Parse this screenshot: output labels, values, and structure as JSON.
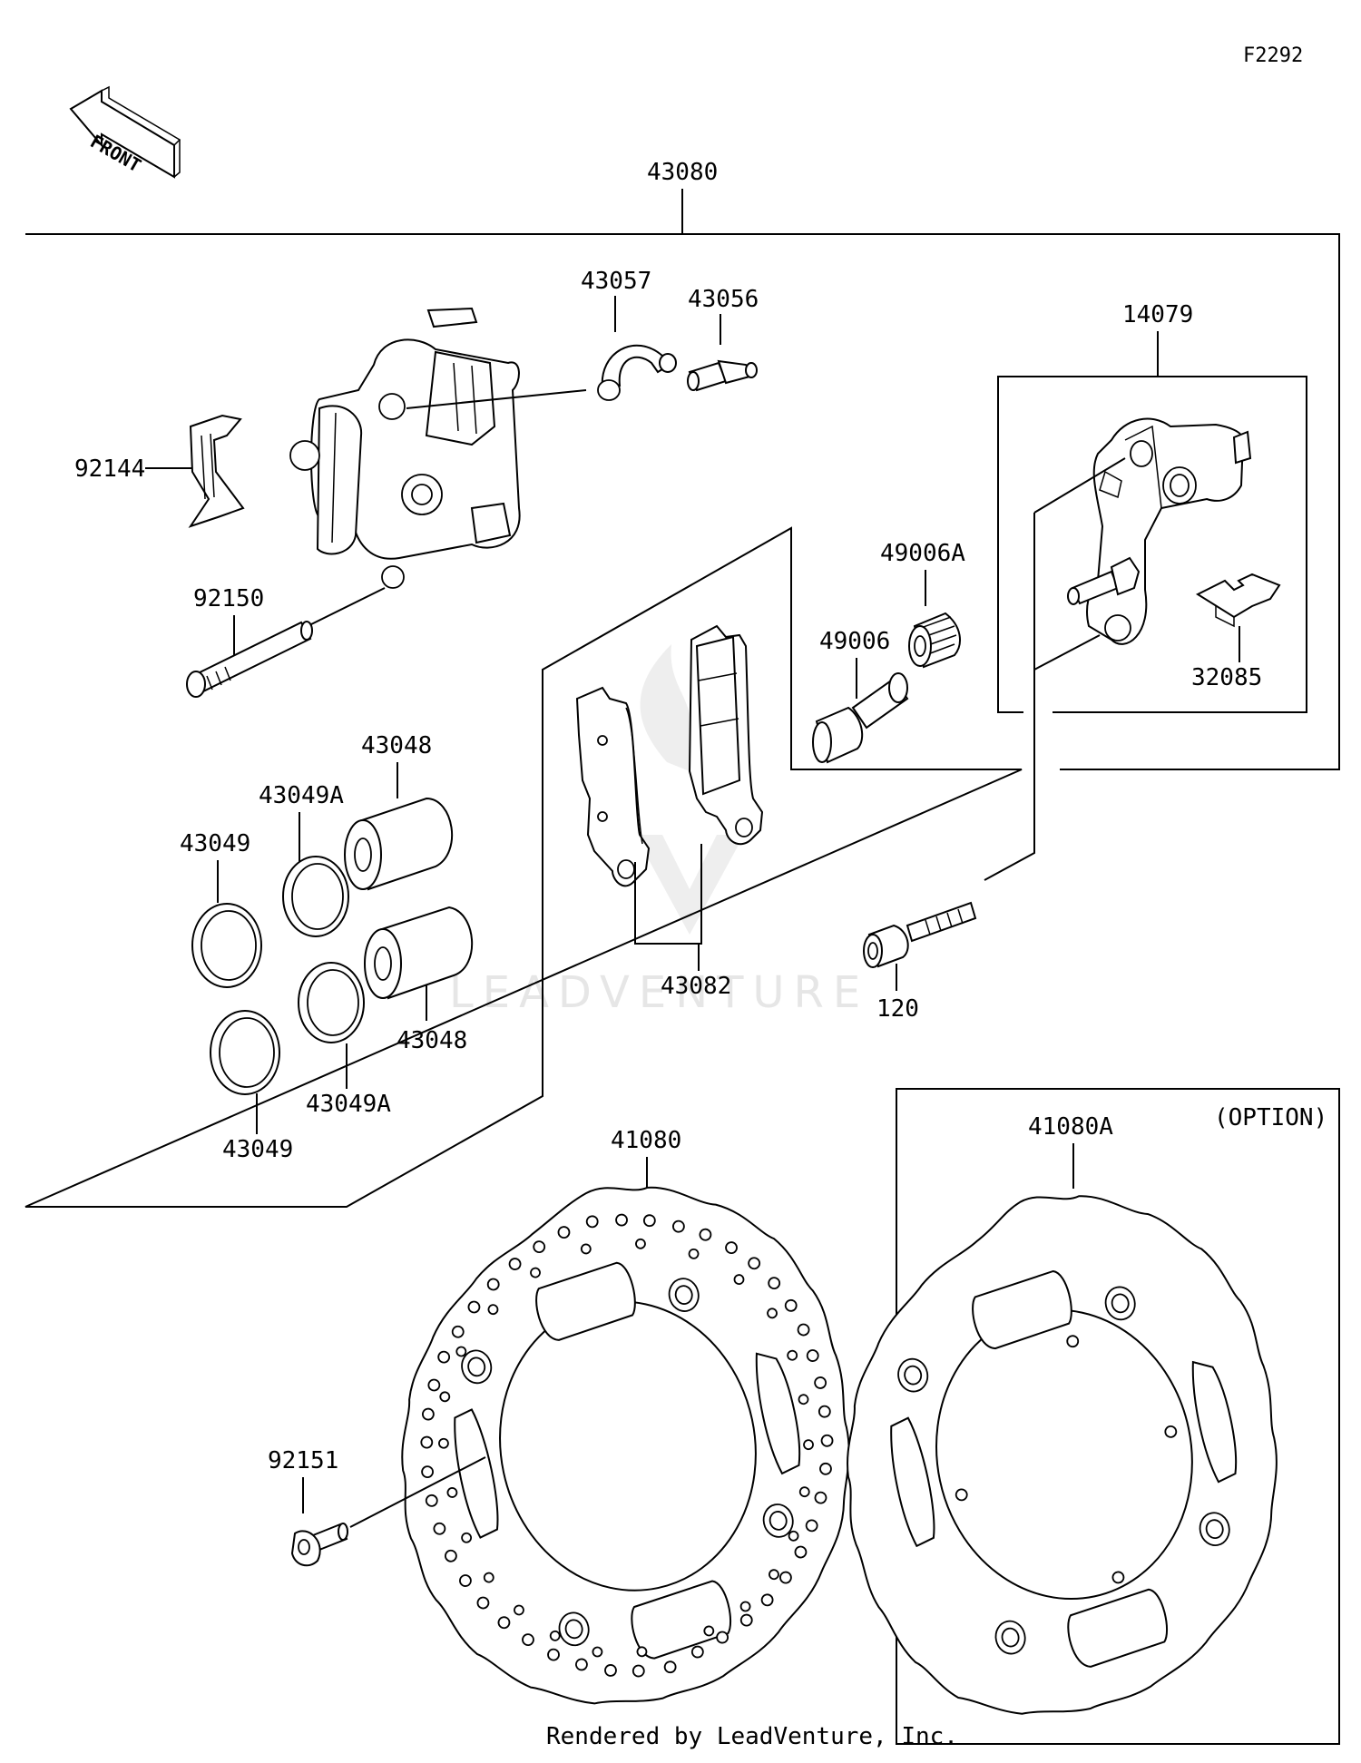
{
  "diagram_code": "F2292",
  "front_arrow_text": "FRONT",
  "option_label": "(OPTION)",
  "watermark": "LEADVENTURE",
  "footer": "Rendered by LeadVenture, Inc.",
  "parts": {
    "p43080": "43080",
    "p43057": "43057",
    "p43056": "43056",
    "p14079": "14079",
    "p92144": "92144",
    "p49006A": "49006A",
    "p49006": "49006",
    "p32085": "32085",
    "p92150": "92150",
    "p43048_top": "43048",
    "p43049A_top": "43049A",
    "p43049_top": "43049",
    "p43048_bottom": "43048",
    "p43049A_bottom": "43049A",
    "p43049_bottom": "43049",
    "p43082": "43082",
    "p120": "120",
    "p41080": "41080",
    "p41080A": "41080A",
    "p92151": "92151"
  }
}
